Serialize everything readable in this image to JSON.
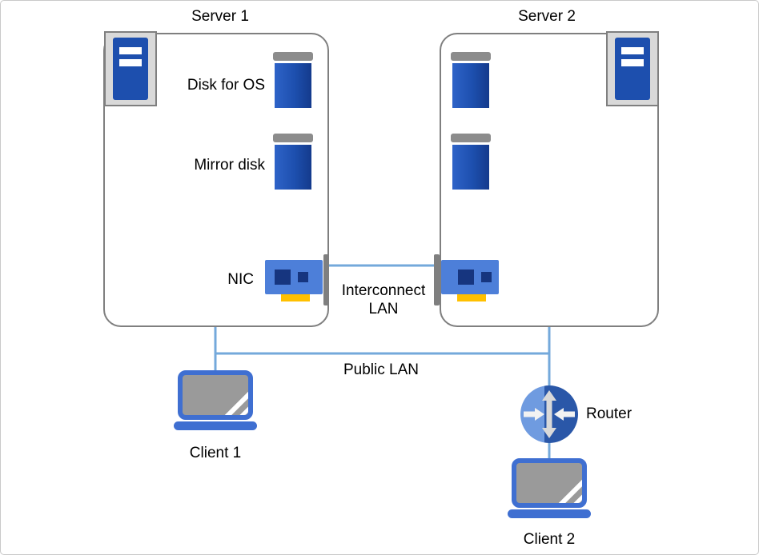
{
  "servers": {
    "server1": {
      "title": "Server 1"
    },
    "server2": {
      "title": "Server 2"
    }
  },
  "labels": {
    "disk_for_os": "Disk for OS",
    "mirror_disk": "Mirror disk",
    "nic": "NIC",
    "interconnect_lan": "Interconnect LAN",
    "public_lan": "Public LAN",
    "router": "Router",
    "client1": "Client 1",
    "client2": "Client 2"
  },
  "colors": {
    "line_blue": "#74a9db",
    "disk_blue": "#1d4fae",
    "server_blue": "#1d4fae",
    "nic_blue": "#4d7fd9",
    "nic_yellow": "#ffc000",
    "router_dark": "#2a57a8",
    "router_light": "#6f9be0",
    "laptop_blue": "#3f6fd1",
    "border_gray": "#7f7f7f"
  }
}
